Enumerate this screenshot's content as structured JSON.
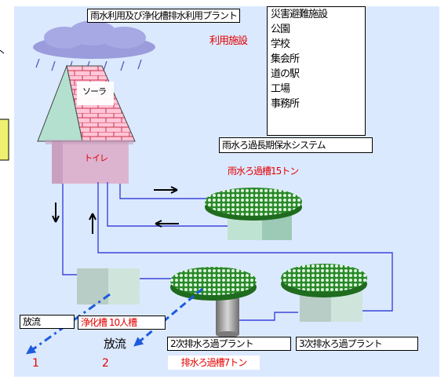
{
  "title": "雨水利用及び浄化槽排水利用プラント",
  "usage_facilities_label": "利用施設",
  "facilities": [
    "災害避難施設",
    "公園",
    "学校",
    "集会所",
    "道の駅",
    "工場",
    "事務所"
  ],
  "system_label": "雨水ろ過長期保水システム",
  "solar_label": "ソーラ",
  "toilet_label": "トイレ",
  "rain_tank_label": "雨水ろ過槽15トン",
  "septic_tank_label": "浄化槽 10人槽",
  "discharge_label_1": "放流",
  "discharge_label_2": "放流",
  "secondary_plant_label": "2次排水ろ過プラント",
  "tertiary_plant_label": "3次排水ろ過プラント",
  "wastewater_tank_label": "排水ろ過槽7トン",
  "discharge_number_1": "1",
  "discharge_number_2": "2",
  "colors": {
    "pipe": "#3b45d8",
    "tank_green": "#2a8a2a",
    "label_red": "#e40000",
    "discharge_arrow": "#1d5be0"
  }
}
